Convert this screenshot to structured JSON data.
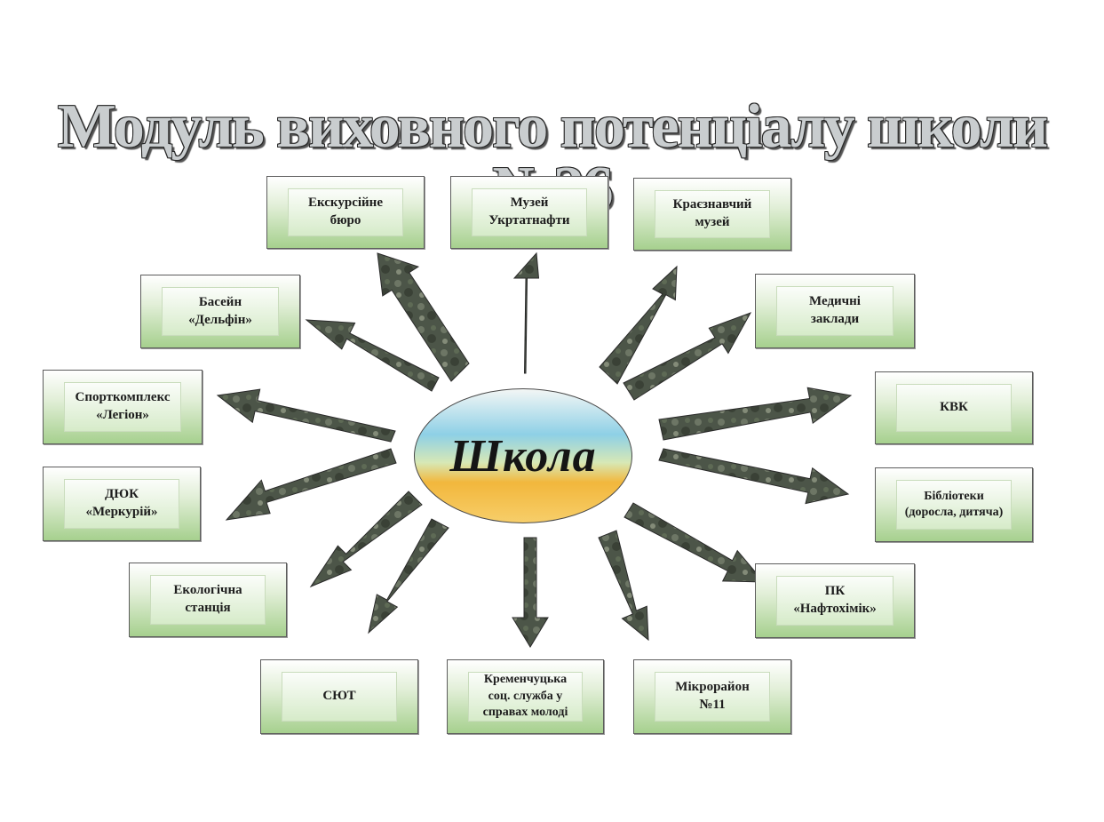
{
  "title": "Модуль виховного потенціалу школи №26",
  "center": {
    "label": "Школа"
  },
  "colors": {
    "box_green": "#a6d08e",
    "arrow": "#4c5548",
    "ellipse_top": "#8ed0e6",
    "ellipse_bottom": "#f2b73c"
  },
  "nodes": [
    {
      "id": "excursion-bureau",
      "label": "Екскурсійне\nбюро"
    },
    {
      "id": "museum-ukrtatnafta",
      "label": "Музей\nУкртатнафти"
    },
    {
      "id": "local-history-museum",
      "label": "Краєзнавчий\nмузей"
    },
    {
      "id": "medical-institutions",
      "label": "Медичні\nзаклади"
    },
    {
      "id": "kvk",
      "label": "КВК"
    },
    {
      "id": "libraries",
      "label": "Бібліотеки\n(доросла, дитяча)"
    },
    {
      "id": "pk-naftokhimik",
      "label": "ПК\n«Нафтохімік»"
    },
    {
      "id": "microdistrict-11",
      "label": "Мікрорайон\n№11"
    },
    {
      "id": "kremenchuk-social-service",
      "label": "Кременчуцька\nсоц. служба у\nсправах молоді"
    },
    {
      "id": "syut",
      "label": "СЮТ"
    },
    {
      "id": "ecological-station",
      "label": "Екологічна\nстанція"
    },
    {
      "id": "duk-merkuriy",
      "label": "ДЮК\n«Меркурій»"
    },
    {
      "id": "sports-complex-legion",
      "label": "Спорткомплекс\n«Легіон»"
    },
    {
      "id": "pool-delfin",
      "label": "Басейн\n«Дельфін»"
    }
  ]
}
